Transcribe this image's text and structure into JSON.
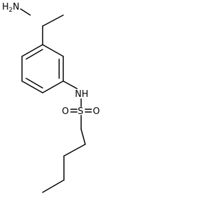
{
  "molecule": {
    "atoms": {
      "amine": {
        "text": "H",
        "sub": "2",
        "tail": "N"
      },
      "nh": "NH",
      "sulfur": "S",
      "oxygen_left": "O",
      "oxygen_right": "O"
    },
    "colors": {
      "bond": "#000000",
      "text": "#000000",
      "background": "#ffffff"
    }
  }
}
